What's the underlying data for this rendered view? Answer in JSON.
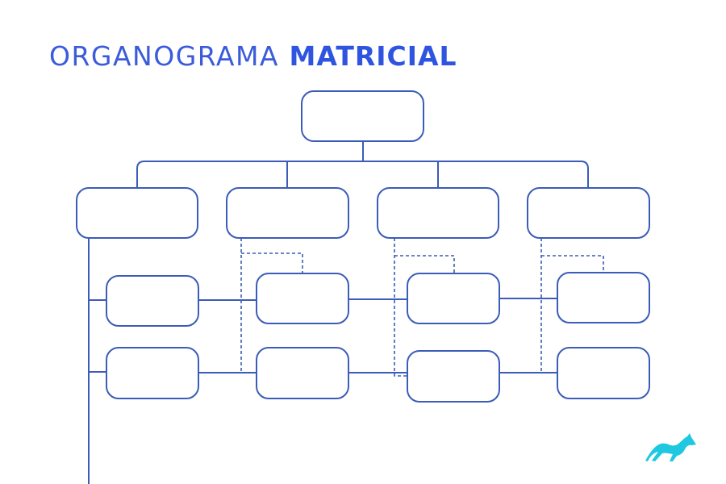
{
  "title": {
    "light": "ORGANOGRAMA",
    "bold": "MATRICIAL"
  },
  "colors": {
    "title_light": "#3b5bdb",
    "title_bold": "#2f55e0",
    "line": "#3b5cb8",
    "logo": "#1ec8e0"
  },
  "icons": {
    "logo": "jumping-animal-logo"
  },
  "diagram": {
    "type": "matrix-organization-chart",
    "root_boxes": 1,
    "functional_departments": 4,
    "project_rows": 2,
    "box_labels": "none"
  }
}
